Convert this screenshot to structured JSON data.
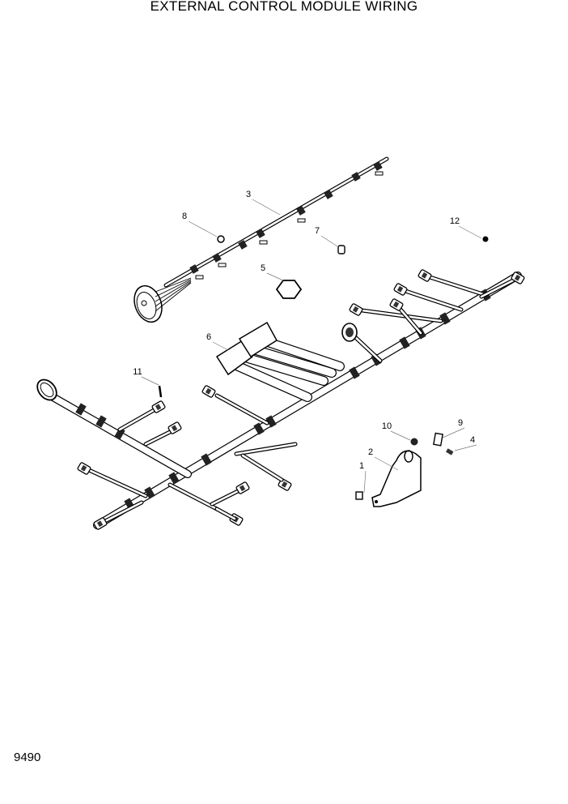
{
  "title": "EXTERNAL CONTROL MODULE WIRING",
  "page_number": "9490",
  "callouts": [
    "1",
    "2",
    "3",
    "4",
    "5",
    "6",
    "7",
    "8",
    "9",
    "10",
    "11",
    "12"
  ]
}
